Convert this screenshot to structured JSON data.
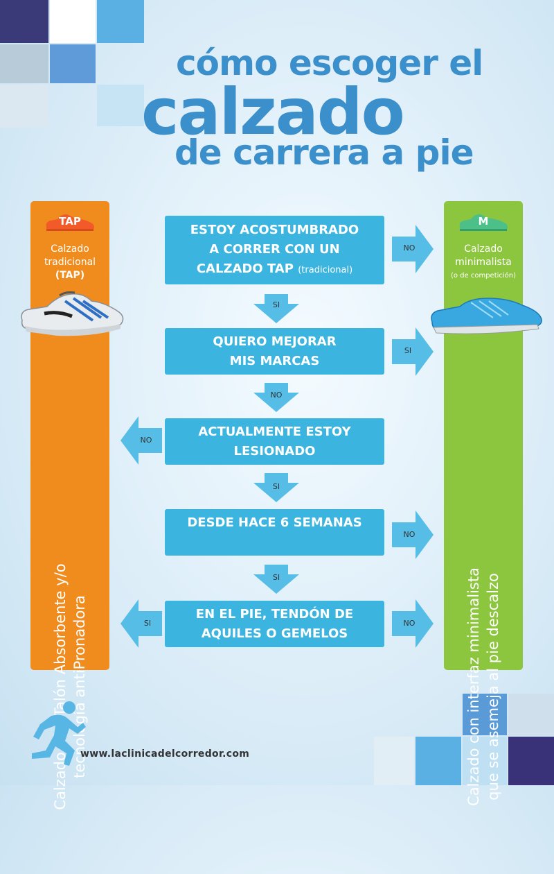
{
  "title": {
    "line1": "cómo escoger el",
    "line2": "calzado",
    "line3": "de carrera a pie"
  },
  "left_panel": {
    "badge": "TAP",
    "label_line1": "Calzado",
    "label_line2": "tradicional",
    "label_line3": "(TAP)",
    "vertical_line1": "Calzado con Talón Absorbente y/o",
    "vertical_line2": "tecnología antiPronadora",
    "color": "#f08c1e"
  },
  "right_panel": {
    "badge": "M",
    "label_line1": "Calzado",
    "label_line2": "minimalista",
    "label_line3": "(o de competición)",
    "vertical_line1": "Calzado con interfaz minimalista",
    "vertical_line2": "que se asemeja al pie descalzo",
    "color": "#8cc63e"
  },
  "questions": {
    "q1_line1": "ESTOY ACOSTUMBRADO",
    "q1_line2": "A CORRER CON UN",
    "q1_line3": "CALZADO TAP",
    "q1_small": "(tradicional)",
    "q2_line1": "QUIERO MEJORAR",
    "q2_line2": "MIS MARCAS",
    "q3_line1": "ACTUALMENTE ESTOY",
    "q3_line2": "LESIONADO",
    "q4_line1": "DESDE HACE 6 SEMANAS",
    "q5_line1": "EN EL PIE, TENDÓN DE",
    "q5_line2": "AQUILES O GEMELOS"
  },
  "arrows": {
    "q1_right": "NO",
    "q1_down": "SI",
    "q2_right": "SI",
    "q2_down": "NO",
    "q3_left": "NO",
    "q3_down": "SI",
    "q4_right": "NO",
    "q4_down": "SI",
    "q5_left": "SI",
    "q5_right": "NO"
  },
  "footer": {
    "url": "www.laclinicadelcorredor.com"
  },
  "colors": {
    "title": "#3b8fcb",
    "box": "#3cb4e0",
    "arrow": "#55bde6"
  }
}
